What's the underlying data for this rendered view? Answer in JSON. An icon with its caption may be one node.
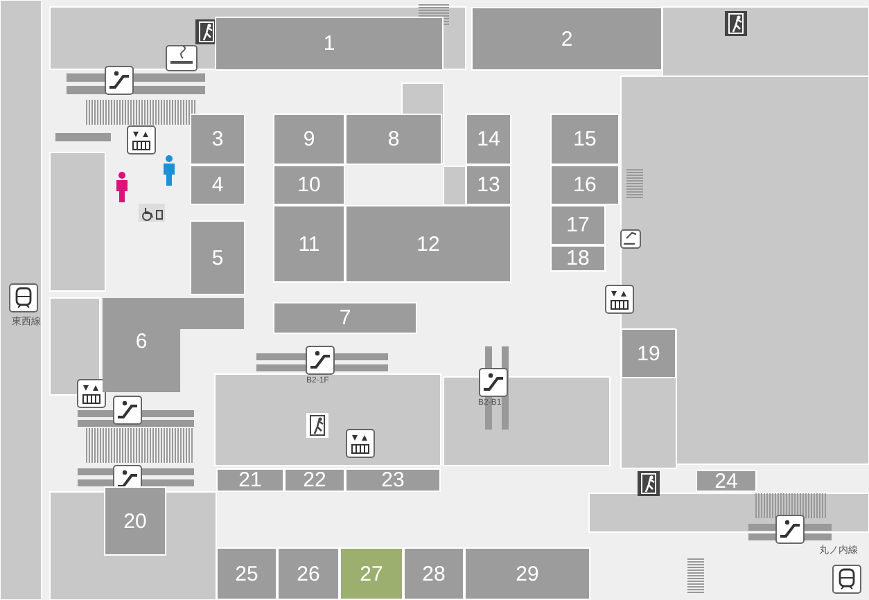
{
  "diagram": {
    "nodes": [
      {
        "text": [
          "1"
        ]
      },
      {
        "text": [
          "2"
        ]
      },
      {
        "text": [
          "3"
        ]
      },
      {
        "text": [
          "4"
        ]
      },
      {
        "text": [
          "5"
        ]
      },
      {
        "text": [
          "6"
        ]
      },
      {
        "text": [
          "7"
        ]
      },
      {
        "text": [
          "8"
        ]
      },
      {
        "text": [
          "9"
        ]
      },
      {
        "text": [
          "10"
        ]
      },
      {
        "text": [
          "11"
        ]
      },
      {
        "text": [
          "12"
        ]
      },
      {
        "text": [
          "13"
        ]
      },
      {
        "text": [
          "14"
        ]
      },
      {
        "text": [
          "15"
        ]
      },
      {
        "text": [
          "16"
        ]
      },
      {
        "text": [
          "17"
        ]
      },
      {
        "text": [
          "18"
        ]
      },
      {
        "text": [
          "19"
        ]
      },
      {
        "text": [
          "20"
        ]
      },
      {
        "text": [
          "21"
        ]
      },
      {
        "text": [
          "22"
        ]
      },
      {
        "text": [
          "23"
        ]
      },
      {
        "text": [
          "24"
        ]
      },
      {
        "text": [
          "25"
        ]
      },
      {
        "text": [
          "26"
        ]
      },
      {
        "text": [
          "27"
        ]
      },
      {
        "text": [
          "28"
        ]
      },
      {
        "text": [
          "29"
        ]
      }
    ],
    "labels": [
      "B2-1F",
      "B2-B1",
      "東西線",
      "丸ノ内線"
    ]
  }
}
